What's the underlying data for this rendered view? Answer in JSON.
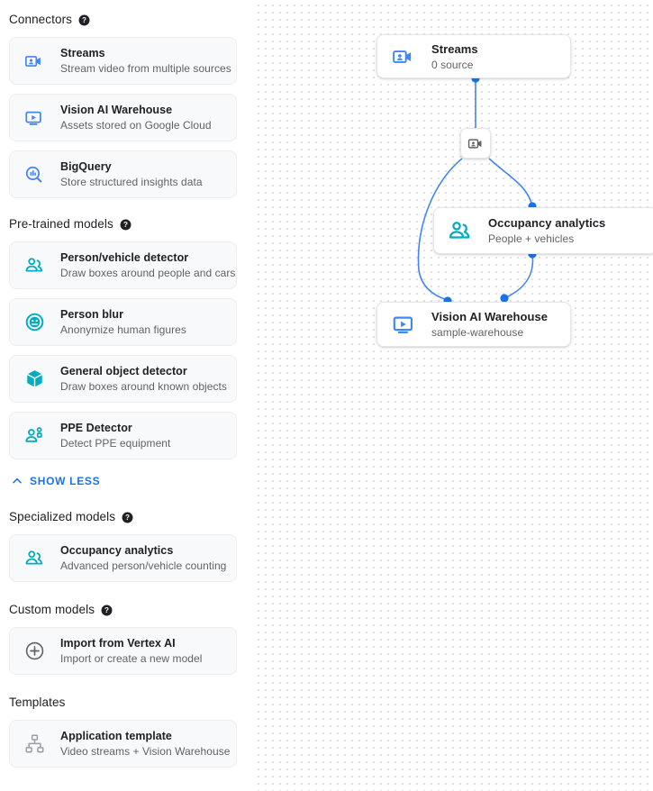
{
  "sidebar": {
    "sections": [
      {
        "title": "Connectors",
        "help": "help-icon",
        "items": [
          {
            "title": "Streams",
            "sub": "Stream video from multiple sources",
            "icon": "video-camera-icon",
            "color": "#4285f4"
          },
          {
            "title": "Vision AI Warehouse",
            "sub": "Assets stored on Google Cloud",
            "icon": "media-play-screen-icon",
            "color": "#4285f4"
          },
          {
            "title": "BigQuery",
            "sub": "Store structured insights data",
            "icon": "bigquery-search-icon",
            "color": "#4285f4"
          }
        ]
      },
      {
        "title": "Pre-trained models",
        "help": "help-icon",
        "items": [
          {
            "title": "Person/vehicle detector",
            "sub": "Draw boxes around people and cars",
            "icon": "person-vehicle-icon",
            "color": "#00acc1"
          },
          {
            "title": "Person blur",
            "sub": "Anonymize human figures",
            "icon": "person-blur-face-icon",
            "color": "#00acc1"
          },
          {
            "title": "General object detector",
            "sub": "Draw boxes around known objects",
            "icon": "cube-object-icon",
            "color": "#00acc1"
          },
          {
            "title": "PPE Detector",
            "sub": "Detect PPE equipment",
            "icon": "ppe-person-icon",
            "color": "#00acc1"
          }
        ]
      },
      {
        "title": "Specialized models",
        "help": "help-icon",
        "items": [
          {
            "title": "Occupancy analytics",
            "sub": "Advanced person/vehicle counting",
            "icon": "person-vehicle-icon",
            "color": "#00acc1"
          }
        ]
      },
      {
        "title": "Custom models",
        "help": "help-icon",
        "items": [
          {
            "title": "Import from Vertex AI",
            "sub": "Import or create a new model",
            "icon": "plus-circle-icon",
            "color": "#5f6368"
          }
        ]
      },
      {
        "title": "Templates",
        "help": null,
        "items": [
          {
            "title": "Application template",
            "sub": "Video streams + Vision Warehouse",
            "icon": "hierarchy-template-icon",
            "color": "#9aa0a6"
          }
        ]
      }
    ],
    "show_less": {
      "label": "SHOW LESS",
      "icon": "chevron-up-icon",
      "color": "#1a73e8"
    }
  },
  "canvas": {
    "nodes": [
      {
        "title": "Streams",
        "sub": "0 source",
        "icon": "video-camera-icon",
        "color": "#4285f4"
      },
      {
        "title": "Occupancy analytics",
        "sub": "People + vehicles",
        "icon": "person-vehicle-icon",
        "color": "#00acc1"
      },
      {
        "title": "Vision AI Warehouse",
        "sub": "sample-warehouse",
        "icon": "media-play-screen-icon",
        "color": "#4285f4"
      }
    ],
    "mini_node": {
      "icon": "video-camera-icon",
      "color": "#5f6368"
    },
    "edge_color": "#4285f4",
    "port_color": "#1a73e8"
  }
}
